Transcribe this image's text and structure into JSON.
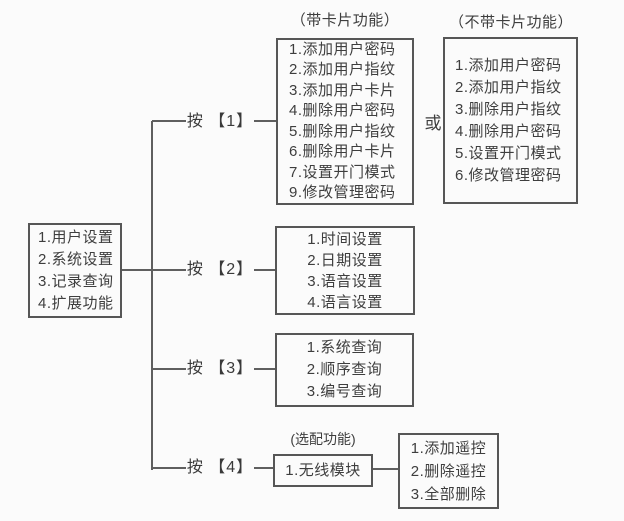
{
  "colors": {
    "background": "#fbfbfb",
    "ink": "#3e3e3e",
    "line": "#5f5f5f",
    "box_border": "#565656"
  },
  "main_menu": {
    "lines": [
      "1.用户设置",
      "2.系统设置",
      "3.记录查询",
      "4.扩展功能"
    ]
  },
  "press": {
    "p1": "按 【1】",
    "p2": "按 【2】",
    "p3": "按 【3】",
    "p4": "按 【4】"
  },
  "or_label": "或",
  "card_menu": {
    "title": "（带卡片功能）",
    "lines": [
      "1.添加用户密码",
      "2.添加用户指纹",
      "3.添加用户卡片",
      "4.删除用户密码",
      "5.删除用户指纹",
      "6.删除用户卡片",
      "7.设置开门模式",
      "9.修改管理密码"
    ]
  },
  "no_card_menu": {
    "title": "（不带卡片功能）",
    "lines": [
      "1.添加用户密码",
      "2.添加用户指纹",
      "3.删除用户指纹",
      "4.删除用户密码",
      "5.设置开门模式",
      "6.修改管理密码"
    ]
  },
  "system_menu": {
    "lines": [
      "1.时间设置",
      "2.日期设置",
      "3.语音设置",
      "4.语言设置"
    ]
  },
  "record_menu": {
    "lines": [
      "1.系统查询",
      "2.顺序查询",
      "3.编号查询"
    ]
  },
  "extension": {
    "optional_label": "(选配功能)",
    "module_line": "1.无线模块",
    "remote_lines": [
      "1.添加遥控",
      "2.删除遥控",
      "3.全部删除"
    ]
  }
}
